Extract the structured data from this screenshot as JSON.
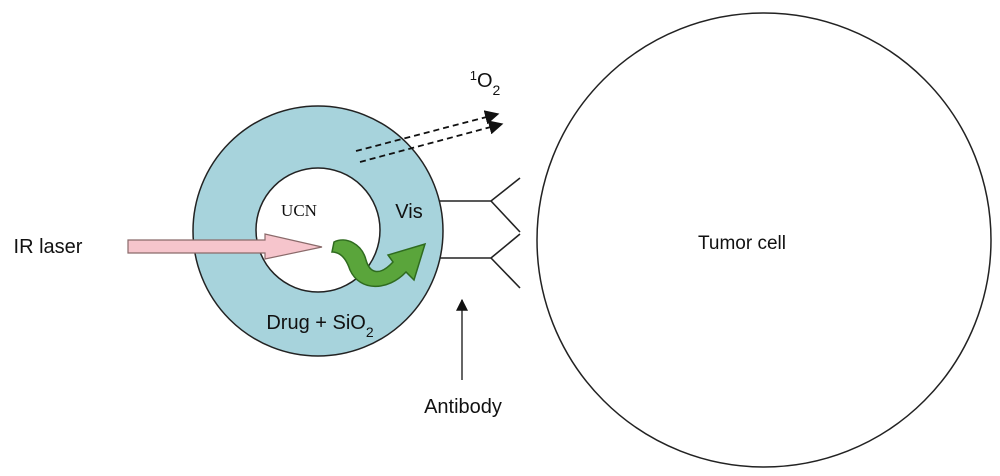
{
  "labels": {
    "singlet_oxygen_sup": "1",
    "singlet_oxygen_main": "O",
    "singlet_oxygen_sub": "2",
    "ucn": "UCN",
    "vis": "Vis",
    "ir_laser": "IR laser",
    "drug_main": "Drug + SiO",
    "drug_sub": "2",
    "antibody": "Antibody",
    "tumor_cell": "Tumor cell"
  },
  "colors": {
    "shell_fill": "#a7d3dc",
    "core_fill": "#ffffff",
    "outline": "#222222",
    "laser_fill": "#f6c5cc",
    "laser_stroke": "#8a6a6a",
    "vis_arrow_fill": "#5aa53b",
    "vis_arrow_stroke": "#2f6b1f"
  },
  "icons": {
    "vis_emission": "curved-green-arrow",
    "laser": "pink-arrow",
    "oxygen_release": "dashed-double-arrow"
  }
}
